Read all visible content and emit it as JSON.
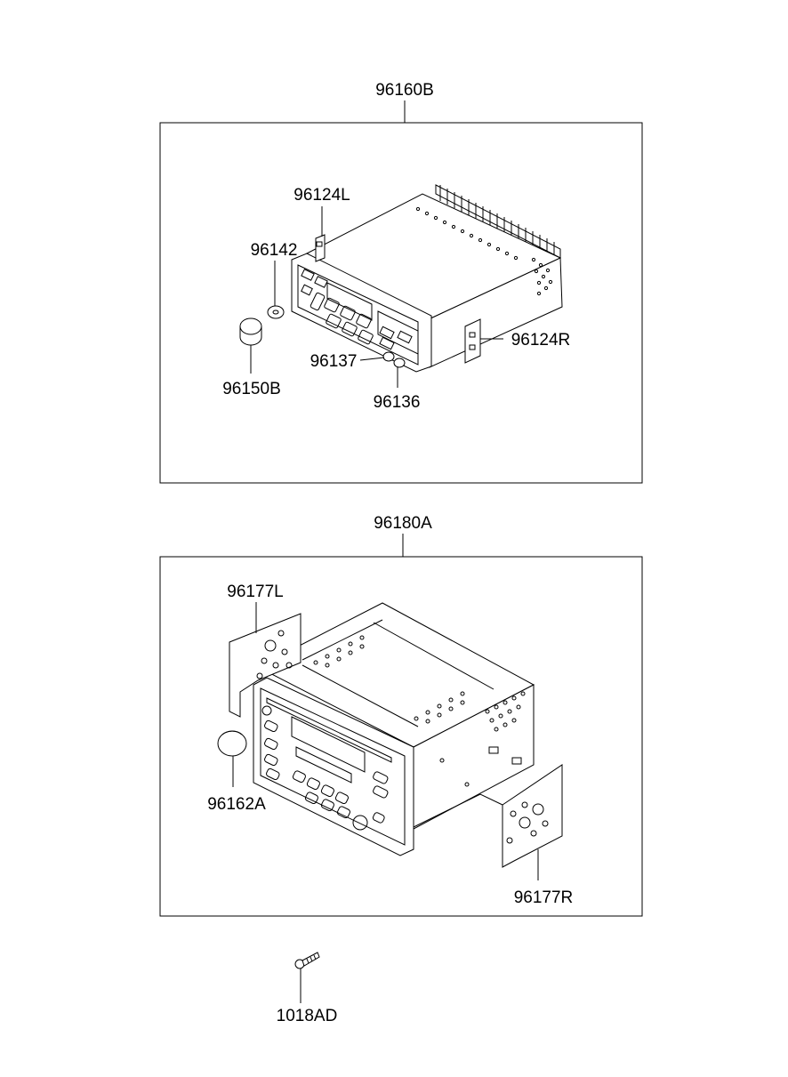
{
  "groups": [
    {
      "assembly_label": "96160B",
      "parts": {
        "bracket_left": "96124L",
        "knob_washer": "96142",
        "knob": "96150B",
        "small_knob_a": "96137",
        "small_knob_b": "96136",
        "bracket_right": "96124R"
      }
    },
    {
      "assembly_label": "96180A",
      "parts": {
        "bracket_left": "96177L",
        "knob": "96162A",
        "bracket_right": "96177R"
      }
    }
  ],
  "loose_parts": {
    "screw": "1018AD"
  }
}
